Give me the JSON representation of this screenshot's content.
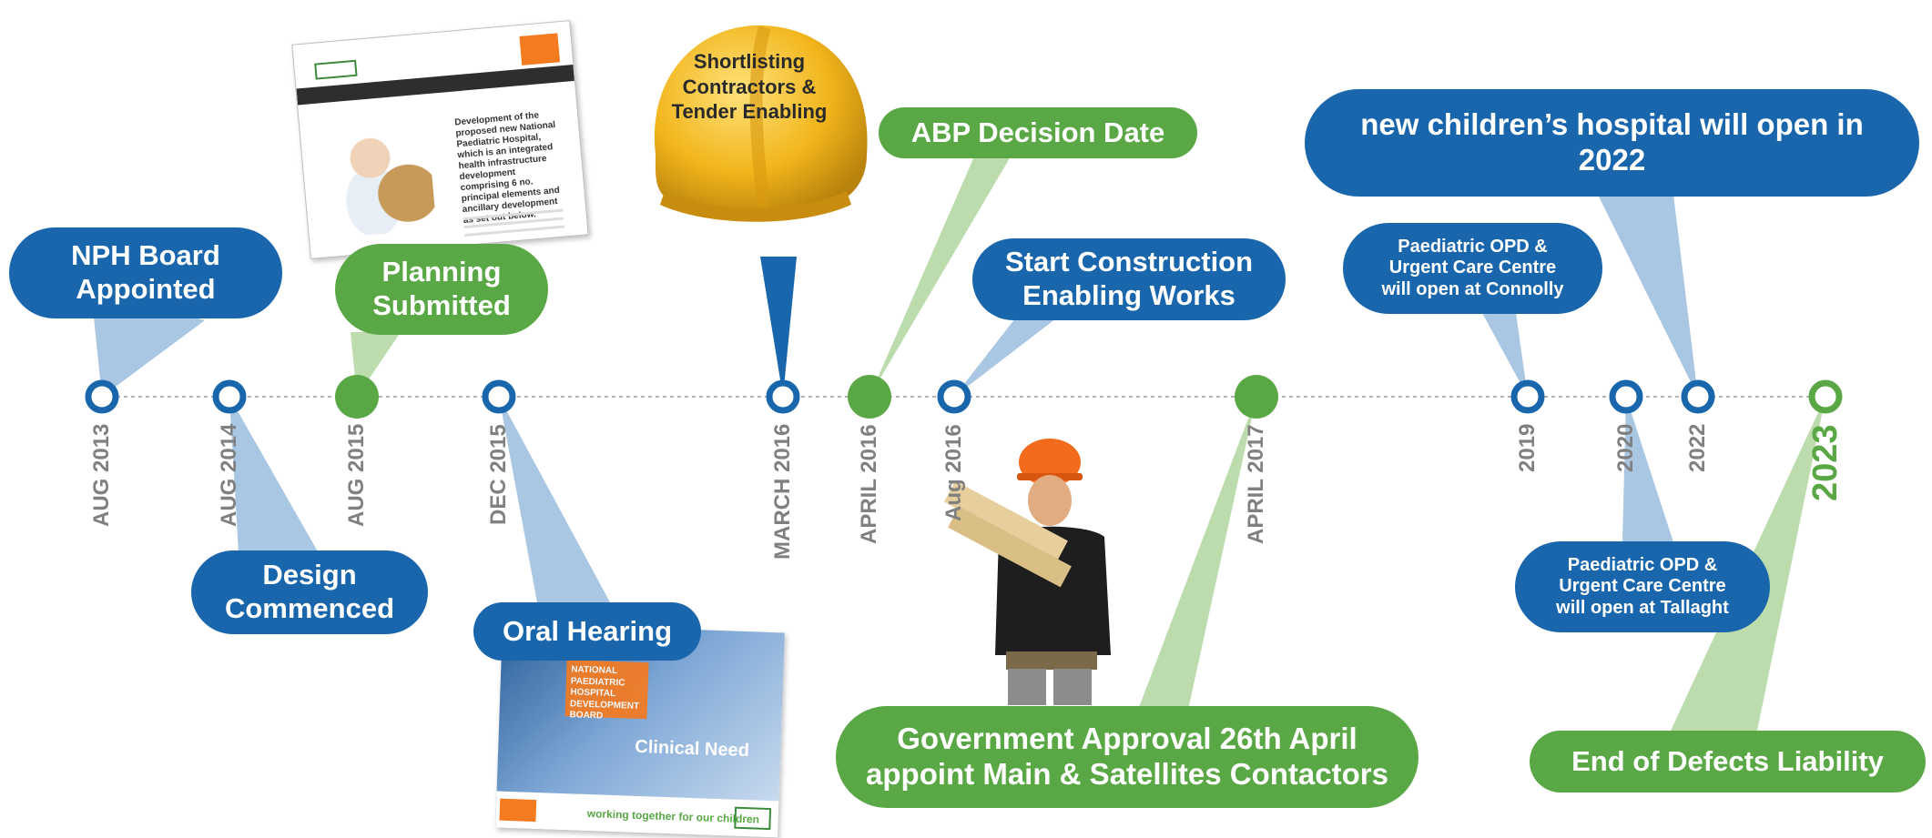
{
  "colors": {
    "blue": "#1a66ad",
    "light_blue": "#a9c6e2",
    "green": "#5aa845",
    "light_green": "#bcdcae",
    "gray": "#808080"
  },
  "milestones": [
    {
      "date": "AUG 2013",
      "marker": "open-blue",
      "label": "NPH Board\nAppointed",
      "bubble": "blue",
      "position": "above"
    },
    {
      "date": "AUG 2014",
      "marker": "open-blue",
      "label": "Design\nCommenced",
      "bubble": "blue",
      "position": "below"
    },
    {
      "date": "AUG 2015",
      "marker": "filled-green",
      "label": "Planning\nSubmitted",
      "bubble": "green",
      "position": "above"
    },
    {
      "date": "DEC 2015",
      "marker": "open-blue",
      "label": "Oral Hearing",
      "bubble": "blue",
      "position": "below"
    },
    {
      "date": "MARCH 2016",
      "marker": "open-blue",
      "label": "Shortlisting\nContractors &\nTender Enabling",
      "bubble": "helmet",
      "position": "above"
    },
    {
      "date": "APRIL 2016",
      "marker": "filled-green",
      "label": "ABP Decision Date",
      "bubble": "green",
      "position": "above"
    },
    {
      "date": "Aug 2016",
      "marker": "open-blue",
      "label": "Start Construction\nEnabling Works",
      "bubble": "blue",
      "position": "above"
    },
    {
      "date": "APRIL 2017",
      "marker": "filled-green",
      "label": "Government Approval 26th April\nappoint Main & Satellites Contactors",
      "bubble": "green",
      "position": "below"
    },
    {
      "date": "2019",
      "marker": "open-blue",
      "label": "Paediatric OPD &\nUrgent Care Centre\nwill open at Connolly",
      "bubble": "blue",
      "position": "above"
    },
    {
      "date": "2020",
      "marker": "open-blue",
      "label": "Paediatric OPD &\nUrgent Care Centre\nwill open at Tallaght",
      "bubble": "blue",
      "position": "below"
    },
    {
      "date": "2022",
      "marker": "open-blue",
      "label": "new children’s hospital  will open in\n2022",
      "bubble": "blue",
      "position": "above"
    },
    {
      "date": "2023",
      "marker": "open-green",
      "label": "End of Defects Liability",
      "bubble": "green",
      "position": "below"
    }
  ],
  "images": {
    "webpage": {
      "icon": "website-screenshot",
      "text": "Development of the proposed new National Paediatric Hospital, which is an integrated health infrastructure development comprising 6 no. principal elements and ancillary development as set out below."
    },
    "slide": {
      "icon": "presentation-slide",
      "badge": "NATIONAL PAEDIATRIC HOSPITAL DEVELOPMENT BOARD",
      "title": "Clinical Need",
      "footer": "working together for our children"
    },
    "helmet": {
      "icon": "hard-hat-icon"
    },
    "worker": {
      "icon": "construction-worker-photo"
    }
  }
}
